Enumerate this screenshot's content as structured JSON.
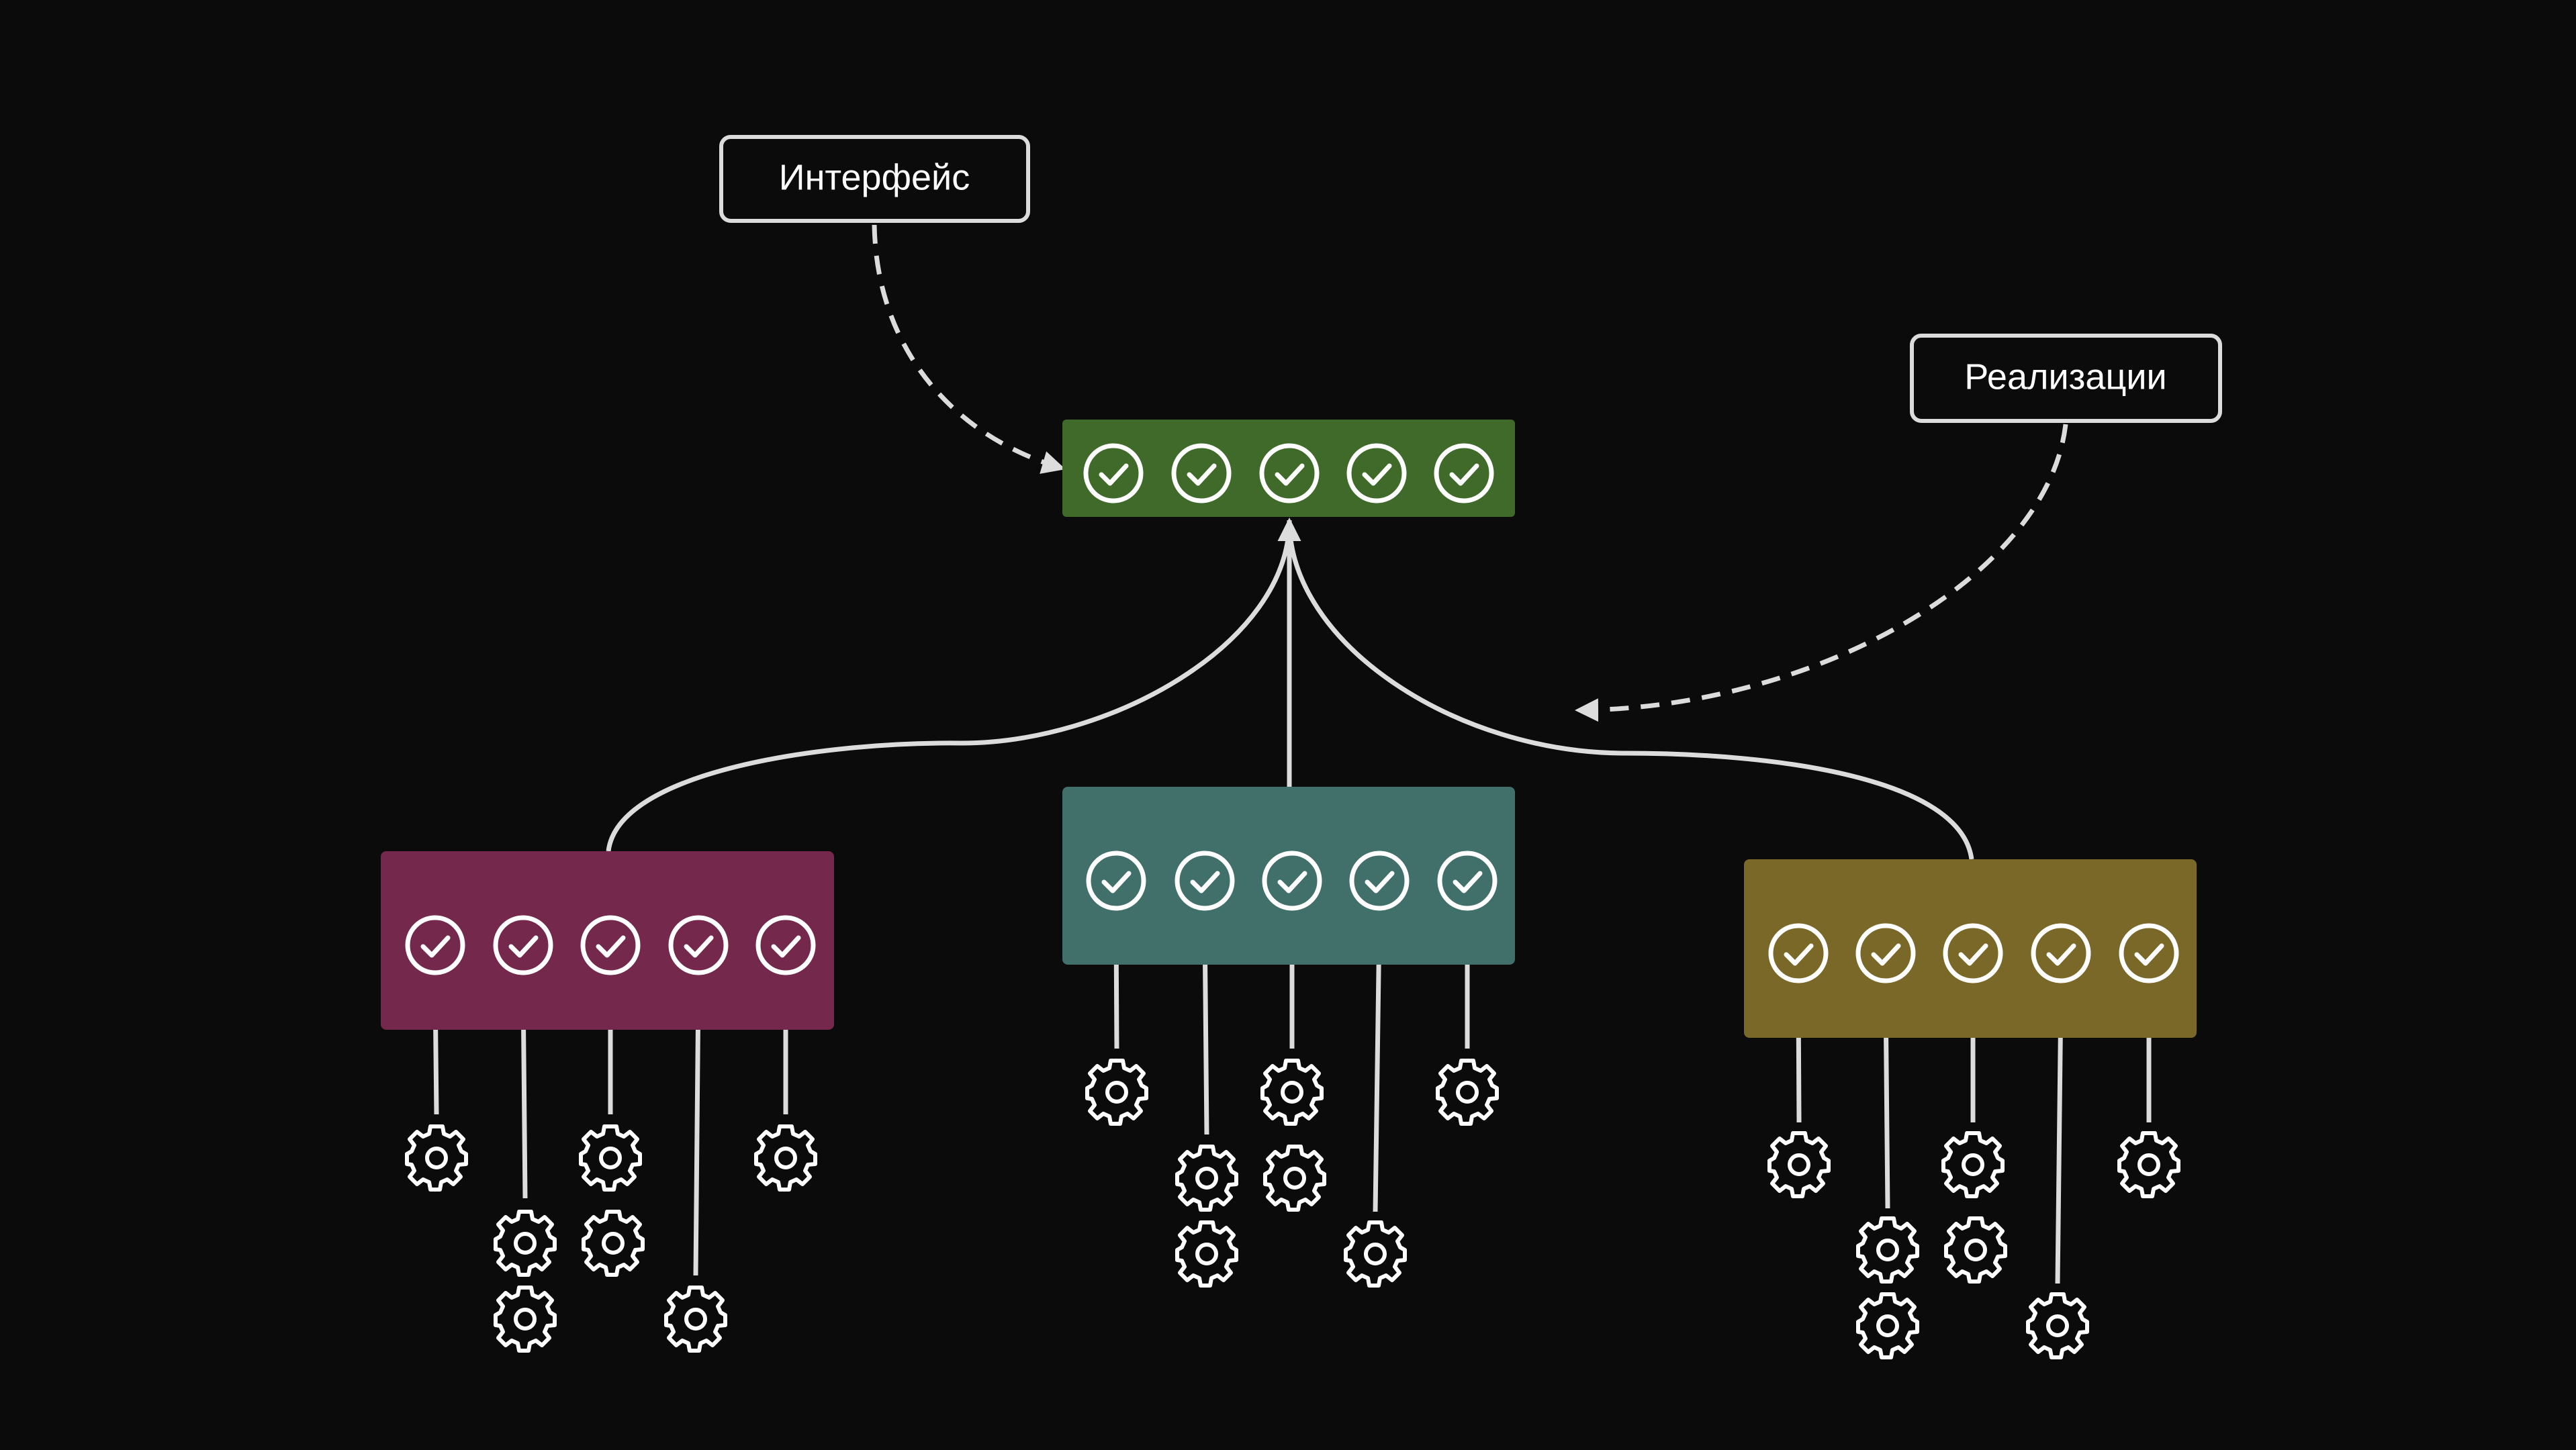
{
  "labels": {
    "interface": "Интерфейс",
    "implementations": "Реализации"
  },
  "colors": {
    "background": "#0b0b0b",
    "stroke": "#dcdcdc",
    "interface_box": "#3f6a2a",
    "impl_left": "#73284c",
    "impl_center": "#416f6a",
    "impl_right": "#7a6829"
  },
  "icons": {
    "slot": "check-circle-icon",
    "implementation": "gear-icon"
  },
  "interface_box": {
    "slots": 5
  },
  "implementations": [
    {
      "name": "left",
      "slots": 5,
      "gears_per_slot": [
        1,
        2,
        2,
        1,
        1
      ]
    },
    {
      "name": "center",
      "slots": 5,
      "gears_per_slot": [
        1,
        2,
        2,
        1,
        1
      ]
    },
    {
      "name": "right",
      "slots": 5,
      "gears_per_slot": [
        1,
        2,
        2,
        1,
        1
      ]
    }
  ]
}
